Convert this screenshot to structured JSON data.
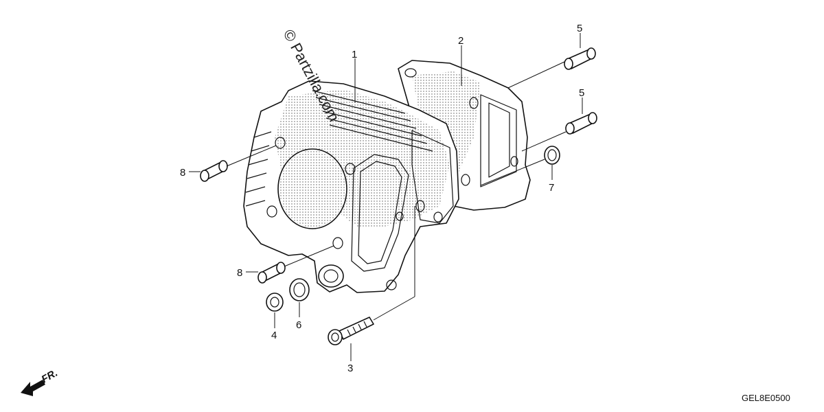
{
  "watermark": "© Partzilla.com",
  "diagram_code": "GEL8E0500",
  "front_marker": "FR.",
  "callouts": [
    {
      "id": "c1",
      "label": "1"
    },
    {
      "id": "c2",
      "label": "2"
    },
    {
      "id": "c3",
      "label": "3"
    },
    {
      "id": "c4",
      "label": "4"
    },
    {
      "id": "c5a",
      "label": "5"
    },
    {
      "id": "c5b",
      "label": "5"
    },
    {
      "id": "c6",
      "label": "6"
    },
    {
      "id": "c7",
      "label": "7"
    },
    {
      "id": "c8a",
      "label": "8"
    },
    {
      "id": "c8b",
      "label": "8"
    }
  ]
}
